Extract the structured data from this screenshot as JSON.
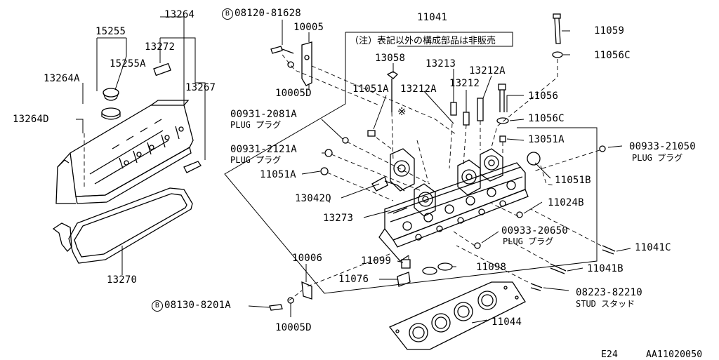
{
  "note": "（注）表記以外の構成部品は非販売",
  "mark": "※",
  "footer": {
    "model": "E24",
    "code": "AA11020050"
  },
  "parts": {
    "p13264": "13264",
    "p15255": "15255",
    "p13272": "13272",
    "p15255A": "15255A",
    "p13264A": "13264A",
    "p13267": "13267",
    "p13264D": "13264D",
    "p13270": "13270",
    "p08120": "08120-81628",
    "p10005": "10005",
    "p10005D_top": "10005D",
    "p11041": "11041",
    "p13058": "13058",
    "p13213": "13213",
    "p13212A_r": "13212A",
    "p13212": "13212",
    "p13212A_l": "13212A",
    "p11051A_top": "11051A",
    "p11059": "11059",
    "p11056C_top": "11056C",
    "p11056": "11056",
    "p11056C_mid": "11056C",
    "p13051A": "13051A",
    "p00931_2081A": "00931-2081A",
    "plug_2081A": "PLUG プラグ",
    "p00931_2121A": "00931-2121A",
    "plug_2121A": "PLUG プラグ",
    "p11051A_mid": "11051A",
    "p00933_21050": "00933-21050",
    "plug_21050": "PLUG プラグ",
    "p11051B": "11051B",
    "p13042Q": "13042Q",
    "p11024B": "11024B",
    "p13273": "13273",
    "p00933_20650": "00933-20650",
    "plug_20650": "PLUG プラグ",
    "p11041C": "11041C",
    "p11099": "11099",
    "p11098": "11098",
    "p11076": "11076",
    "p11041B": "11041B",
    "p10006": "10006",
    "p08223": "08223-82210",
    "stud": "STUD スタッド",
    "p08130": "08130-8201A",
    "p10005D_bot": "10005D",
    "p11044": "11044",
    "bolt_mark": "B"
  }
}
